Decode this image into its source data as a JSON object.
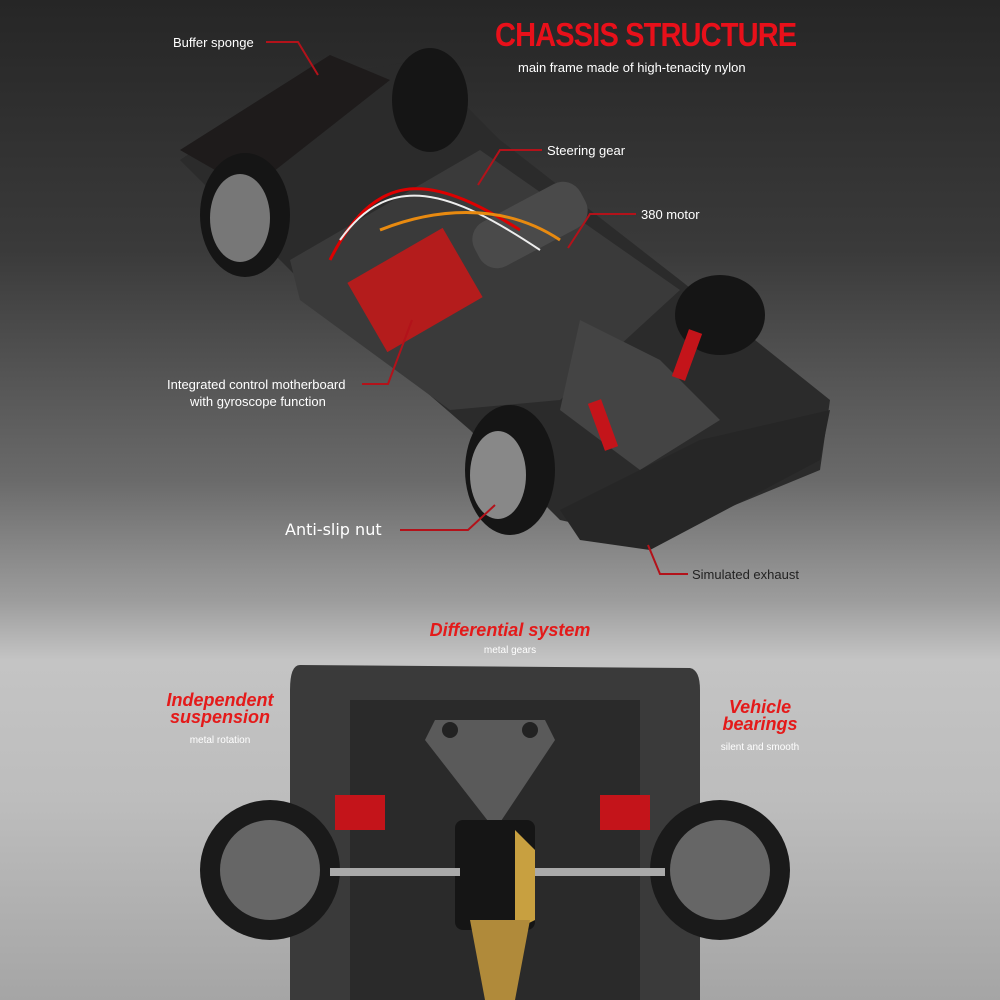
{
  "header": {
    "title": "CHASSIS STRUCTURE",
    "subtitle": "main frame made of high-tenacity nylon"
  },
  "callouts": {
    "buffer_sponge": "Buffer sponge",
    "steering_gear": "Steering gear",
    "motor": "380 motor",
    "motherboard_line1": "Integrated control motherboard",
    "motherboard_line2": "with gyroscope function",
    "anti_slip_nut": "Anti-slip nut",
    "exhaust": "Simulated exhaust"
  },
  "features": {
    "differential": {
      "title": "Differential system",
      "subtitle": "metal gears"
    },
    "suspension": {
      "title_line1": "Independent",
      "title_line2": "suspension",
      "subtitle": "metal rotation"
    },
    "bearings": {
      "title_line1": "Vehicle",
      "title_line2": "bearings",
      "subtitle": "silent and smooth"
    }
  },
  "colors": {
    "accent": "#e8101a",
    "leader": "#b3121a"
  }
}
